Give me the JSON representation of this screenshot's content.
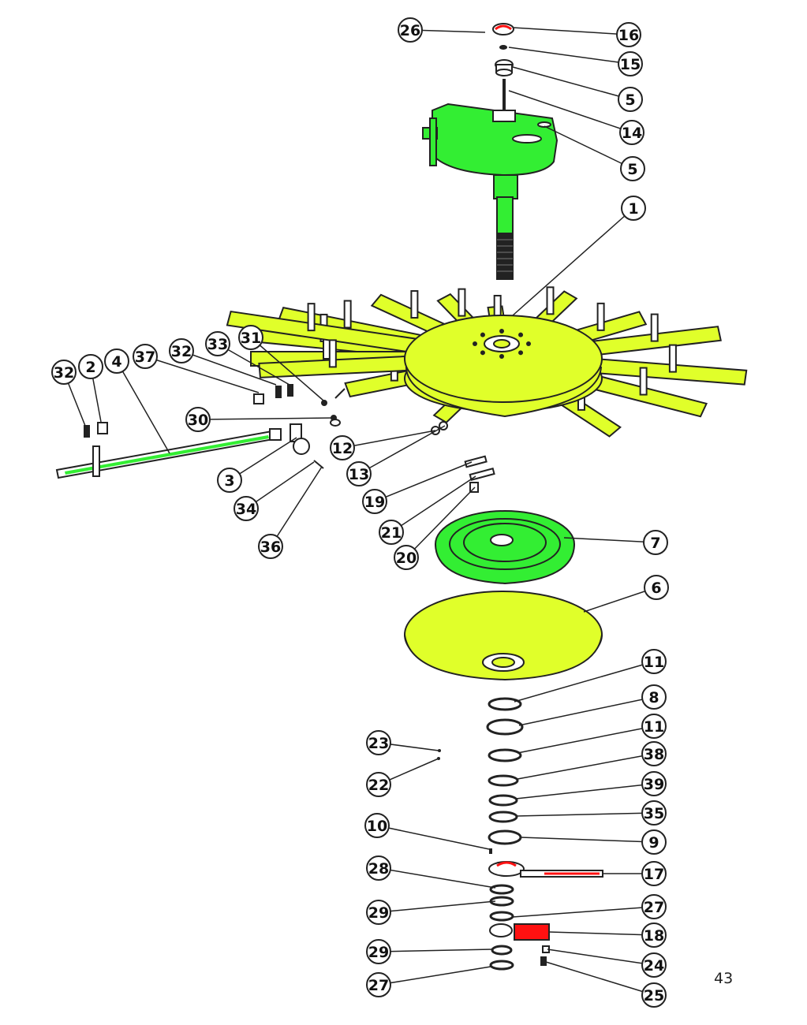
{
  "page_number": "43",
  "colors": {
    "housing": "#33ee33",
    "rotor": "#e0ff2a",
    "highlight_red": "#ff1111",
    "line": "#222222"
  },
  "callouts": [
    {
      "id": "c26",
      "label": "26"
    },
    {
      "id": "c16",
      "label": "16"
    },
    {
      "id": "c15",
      "label": "15"
    },
    {
      "id": "c5a",
      "label": "5"
    },
    {
      "id": "c14",
      "label": "14"
    },
    {
      "id": "c5b",
      "label": "5"
    },
    {
      "id": "c1",
      "label": "1"
    },
    {
      "id": "c32a",
      "label": "32"
    },
    {
      "id": "c2",
      "label": "2"
    },
    {
      "id": "c4",
      "label": "4"
    },
    {
      "id": "c37",
      "label": "37"
    },
    {
      "id": "c32b",
      "label": "32"
    },
    {
      "id": "c33",
      "label": "33"
    },
    {
      "id": "c31",
      "label": "31"
    },
    {
      "id": "c30",
      "label": "30"
    },
    {
      "id": "c12",
      "label": "12"
    },
    {
      "id": "c3",
      "label": "3"
    },
    {
      "id": "c13",
      "label": "13"
    },
    {
      "id": "c34",
      "label": "34"
    },
    {
      "id": "c19",
      "label": "19"
    },
    {
      "id": "c21",
      "label": "21"
    },
    {
      "id": "c36",
      "label": "36"
    },
    {
      "id": "c20",
      "label": "20"
    },
    {
      "id": "c7",
      "label": "7"
    },
    {
      "id": "c6",
      "label": "6"
    },
    {
      "id": "c11a",
      "label": "11"
    },
    {
      "id": "c8",
      "label": "8"
    },
    {
      "id": "c11b",
      "label": "11"
    },
    {
      "id": "c23",
      "label": "23"
    },
    {
      "id": "c38",
      "label": "38"
    },
    {
      "id": "c22",
      "label": "22"
    },
    {
      "id": "c39",
      "label": "39"
    },
    {
      "id": "c35",
      "label": "35"
    },
    {
      "id": "c10",
      "label": "10"
    },
    {
      "id": "c9",
      "label": "9"
    },
    {
      "id": "c28",
      "label": "28"
    },
    {
      "id": "c17",
      "label": "17"
    },
    {
      "id": "c29a",
      "label": "29"
    },
    {
      "id": "c27a",
      "label": "27"
    },
    {
      "id": "c18",
      "label": "18"
    },
    {
      "id": "c29b",
      "label": "29"
    },
    {
      "id": "c24",
      "label": "24"
    },
    {
      "id": "c27b",
      "label": "27"
    },
    {
      "id": "c25",
      "label": "25"
    }
  ]
}
